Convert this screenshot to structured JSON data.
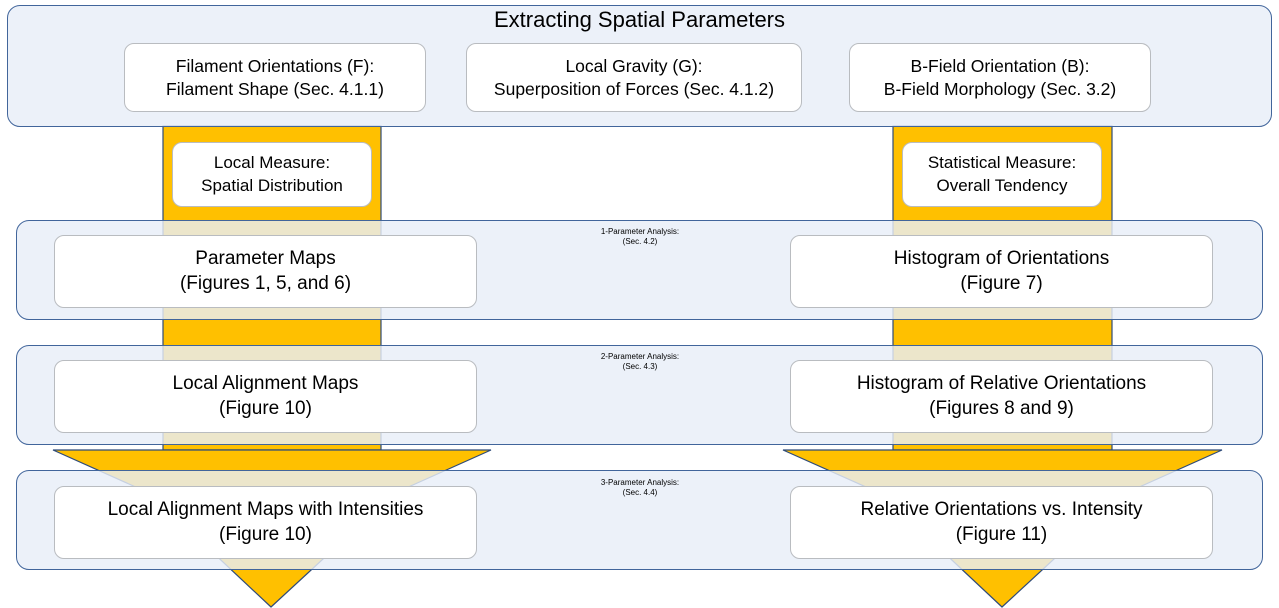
{
  "title": "Extracting Spatial Parameters",
  "colors": {
    "arrow_fill": "#FFC000",
    "arrow_fill_muted": "#E8CE85",
    "arrow_stroke": "#2E4B79",
    "band_fill": "#E8EEF8",
    "band_stroke": "#41659B",
    "node_fill": "#FFFFFF",
    "node_stroke": "#B9BCC0",
    "text": "#000000"
  },
  "header": {
    "title": "Extracting Spatial Parameters",
    "parameters": [
      {
        "line1": "Filament Orientations (F):",
        "line2": "Filament Shape (Sec. 4.1.1)"
      },
      {
        "line1": "Local Gravity (G):",
        "line2": "Superposition of Forces (Sec. 4.1.2)"
      },
      {
        "line1": "B-Field Orientation (B):",
        "line2": "B-Field Morphology (Sec. 3.2)"
      }
    ]
  },
  "measures": [
    {
      "line1": "Local Measure:",
      "line2": "Spatial Distribution"
    },
    {
      "line1": "Statistical Measure:",
      "line2": "Overall Tendency"
    }
  ],
  "rows": [
    {
      "label_line1": "1-Parameter Analysis:",
      "label_line2": "(Sec. 4.2)",
      "left": {
        "line1": "Parameter Maps",
        "line2": "(Figures 1, 5, and 6)"
      },
      "right": {
        "line1": "Histogram of Orientations",
        "line2": "(Figure 7)"
      }
    },
    {
      "label_line1": "2-Parameter Analysis:",
      "label_line2": "(Sec. 4.3)",
      "left": {
        "line1": "Local Alignment Maps",
        "line2": "(Figure 10)"
      },
      "right": {
        "line1": "Histogram of Relative Orientations",
        "line2": "(Figures 8 and 9)"
      }
    },
    {
      "label_line1": "3-Parameter Analysis:",
      "label_line2": "(Sec. 4.4)",
      "left": {
        "line1": "Local Alignment Maps with Intensities",
        "line2": "(Figure 10)"
      },
      "right": {
        "line1": "Relative Orientations vs. Intensity",
        "line2": "(Figure 11)"
      }
    }
  ]
}
